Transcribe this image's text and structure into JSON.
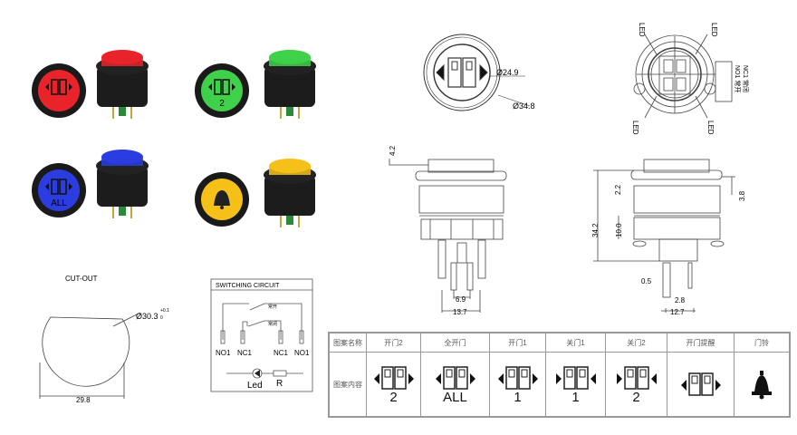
{
  "products": [
    {
      "color": "red",
      "hex": "#e8242a",
      "label": ""
    },
    {
      "color": "green",
      "hex": "#3fd14a",
      "label": "2"
    },
    {
      "color": "blue",
      "hex": "#2b3de0",
      "label": "ALL"
    },
    {
      "color": "yellow",
      "hex": "#f5c018",
      "label": ""
    }
  ],
  "front_view": {
    "inner_dia": "Ø24.9",
    "outer_dia": "Ø34.8"
  },
  "back_view": {
    "led_label": "LED",
    "no1_label": "NO1 常开",
    "nc1_label": "NC1 常闭"
  },
  "side_view_left": {
    "dim_top": "4.2",
    "dim_pin_inner": "6.9",
    "dim_pin_outer": "13.7"
  },
  "side_view_right": {
    "dim_ring": "2.2",
    "dim_total": "34.2",
    "dim_body": "10.0",
    "dim_flange": "3.8",
    "dim_pin_thick": "0.5",
    "dim_pin_width": "2.8",
    "dim_pin_span": "12.7"
  },
  "cutout": {
    "title": "CUT-OUT",
    "dia": "Ø30.3",
    "tol_plus": "+0.1",
    "tol_minus": "0",
    "width": "29.8"
  },
  "circuit": {
    "title": "SWITCHING CIRCUIT",
    "no_label": "常开",
    "nc_label": "常闭",
    "terminals": [
      "NO1",
      "NC1",
      "NC1",
      "NO1"
    ],
    "led": "Led",
    "resistor": "R"
  },
  "pattern_table": {
    "row_name_label": "图案名称",
    "row_content_label": "图案内容",
    "columns": [
      {
        "name": "开门2",
        "caption": "2",
        "arrows": "out"
      },
      {
        "name": "全开门",
        "caption": "ALL",
        "arrows": "out"
      },
      {
        "name": "开门1",
        "caption": "1",
        "arrows": "out"
      },
      {
        "name": "关门1",
        "caption": "1",
        "arrows": "in"
      },
      {
        "name": "关门2",
        "caption": "2",
        "arrows": "in"
      },
      {
        "name": "开门提醒",
        "caption": "",
        "arrows": "out"
      },
      {
        "name": "门铃",
        "caption": "",
        "arrows": "bell"
      }
    ]
  }
}
